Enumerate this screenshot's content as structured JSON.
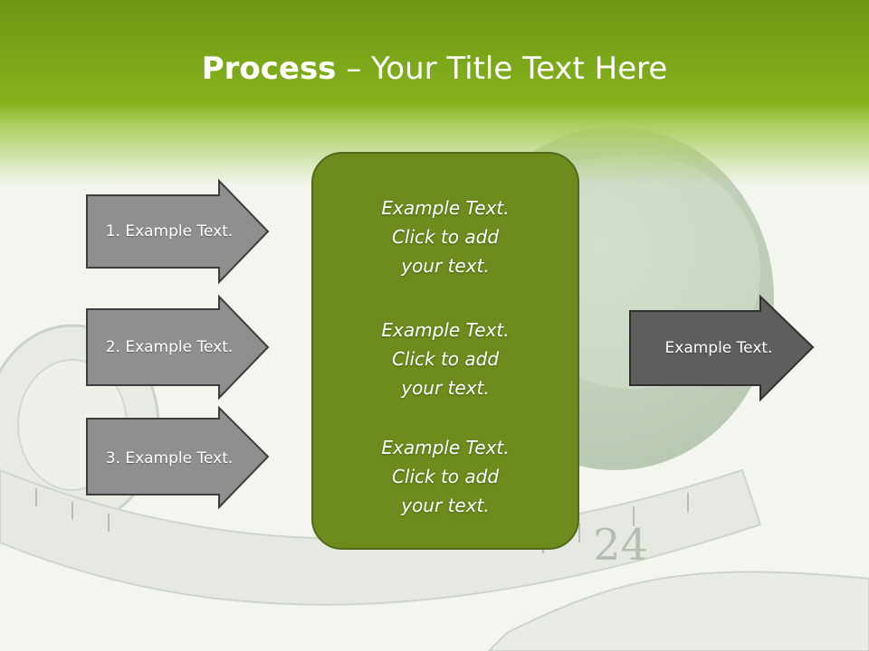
{
  "title": {
    "bold": "Process",
    "rest": " – Your Title Text Here"
  },
  "inputs": [
    {
      "label": "1. Example Text."
    },
    {
      "label": "2. Example Text."
    },
    {
      "label": "3. Example Text."
    }
  ],
  "center": {
    "paragraphs": [
      {
        "line1": "Example Text.",
        "line2": "Click  to add",
        "line3": "your text."
      },
      {
        "line1": "Example Text.",
        "line2": "Click  to add",
        "line3": "your text."
      },
      {
        "line1": "Example Text.",
        "line2": "Click  to add",
        "line3": "your text."
      }
    ]
  },
  "output": {
    "label": "Example Text."
  },
  "tape_numbers": [
    "24"
  ],
  "colors": {
    "header_green": "#86b31c",
    "box_green": "#6d8c1d",
    "arrow_gray": "#8f8f8f",
    "output_arrow_gray": "#5e5e5e"
  }
}
